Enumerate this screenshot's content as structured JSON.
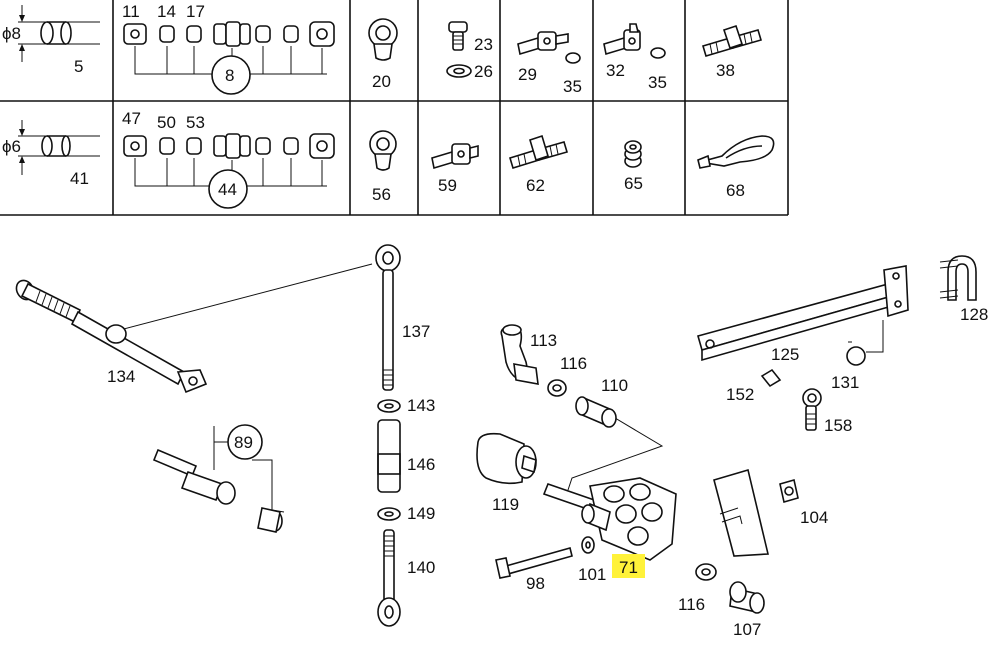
{
  "table": {
    "row1": {
      "dim_symbol": "ϕ8",
      "cells": [
        "5",
        "11",
        "14",
        "17",
        "8",
        "20",
        "23",
        "26",
        "29",
        "35",
        "32",
        "35",
        "38"
      ]
    },
    "row2": {
      "dim_symbol": "ϕ6",
      "cells": [
        "41",
        "47",
        "50",
        "53",
        "44",
        "56",
        "59",
        "62",
        "65",
        "68"
      ]
    }
  },
  "parts": {
    "134": "134",
    "137": "137",
    "143": "143",
    "146": "146",
    "149": "149",
    "140": "140",
    "89": "89",
    "113": "113",
    "116a": "116",
    "110": "110",
    "119": "119",
    "98": "98",
    "101": "101",
    "71": "71",
    "116b": "116",
    "107": "107",
    "104": "104",
    "125": "125",
    "128": "128",
    "131": "131",
    "152": "152",
    "158": "158"
  },
  "colors": {
    "highlight": "#fff23a",
    "ink": "#111111"
  }
}
